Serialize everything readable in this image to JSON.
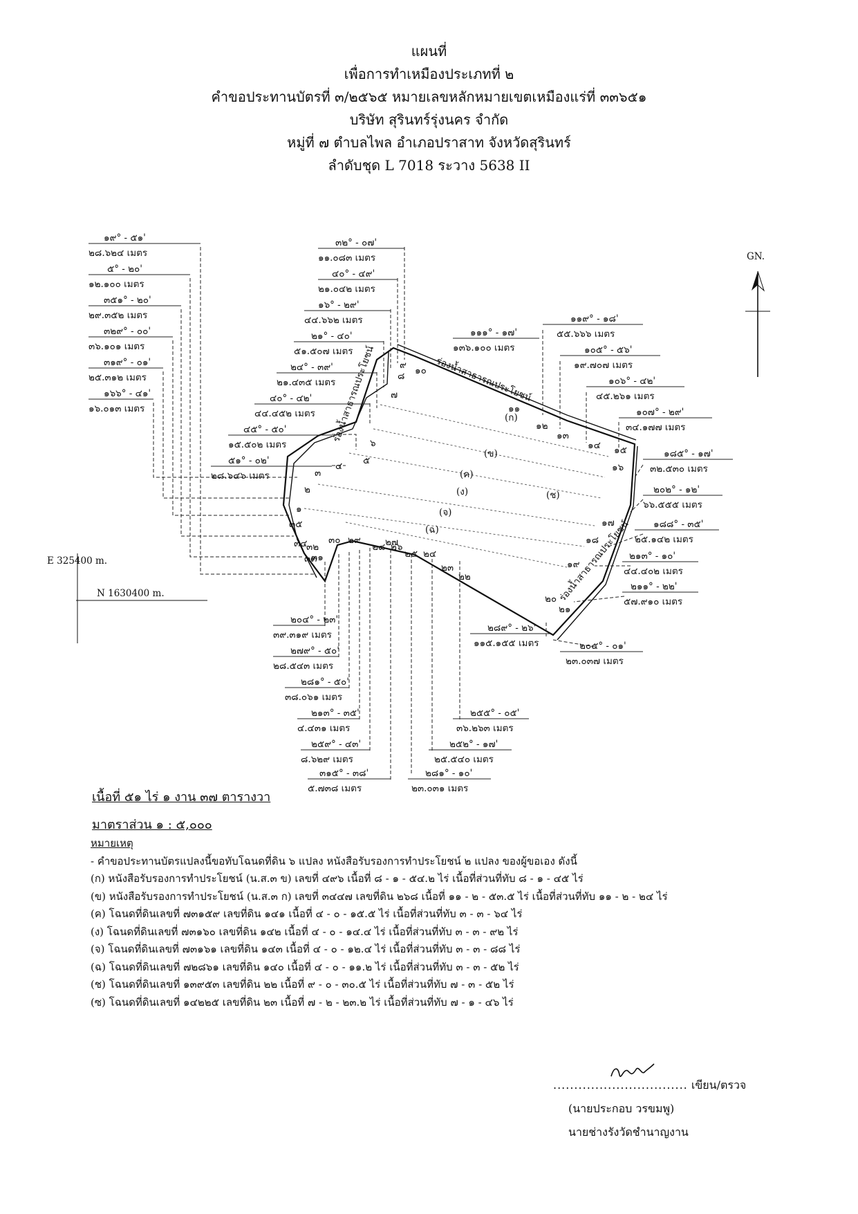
{
  "header": {
    "lines": [
      "แผนที่",
      "เพื่อการทำเหมืองประเภทที่ ๒",
      "คำขอประทานบัตรที่ ๓/๒๕๖๕ หมายเลขหลักหมายเขตเหมืองแร่ที่ ๓๓๖๕๑",
      "บริษัท สุรินทร์รุ่งนคร จำกัด",
      "หมู่ที่ ๗ ตำบลไพล อำเภอปราสาท จังหวัดสุรินทร์",
      "ลำดับชุด L 7018 ระวาง 5638 II"
    ]
  },
  "map": {
    "north_label": "GN.",
    "easting_label": "E 325400 m.",
    "northing_label": "N 1630400 m.",
    "canal_labels": [
      "ร่องน้ำสาธารณประโยชน์",
      "ร่องน้ำสาธารณประโยชน์",
      "ร่องน้ำสาธารณประโยชน์"
    ],
    "parcel_labels": [
      "(ก)",
      "(ข)",
      "(ค)",
      "(ง)",
      "(จ)",
      "(ฉ)",
      "(ช)"
    ],
    "point_numbers": [
      "๑",
      "๒",
      "๓",
      "๔",
      "๕",
      "๖",
      "๗",
      "๘",
      "๙",
      "๑๐",
      "๑๑",
      "๑๒",
      "๑๓",
      "๑๔",
      "๑๕",
      "๑๖",
      "๑๗",
      "๑๘",
      "๑๙",
      "๒๐",
      "๒๑",
      "๒๒",
      "๒๓",
      "๒๔",
      "๒๕",
      "๒๖",
      "๒๗",
      "๒๘",
      "๒๙",
      "๓๐",
      "๓๑",
      "๓๒",
      "๓๓",
      "๓๔",
      "๓๕"
    ],
    "annotations": [
      {
        "bearing": "๑๙° - ๕๑'",
        "distance": "๒๘.๖๒๔ เมตร"
      },
      {
        "bearing": "๕° - ๒๐'",
        "distance": "๑๒.๑๐๐ เมตร"
      },
      {
        "bearing": "๓๕๑° - ๒๐'",
        "distance": "๒๙.๓๕๒ เมตร"
      },
      {
        "bearing": "๓๒๙° - ๐๐'",
        "distance": "๓๖.๑๐๑ เมตร"
      },
      {
        "bearing": "๓๑๙° - ๐๑'",
        "distance": "๒๕.๓๑๒ เมตร"
      },
      {
        "bearing": "๑๖๖° - ๔๑'",
        "distance": "๑๖.๐๑๓ เมตร"
      },
      {
        "bearing": "๓๒° - ๐๗'",
        "distance": "๑๑.๐๘๓ เมตร"
      },
      {
        "bearing": "๔๐° - ๔๙'",
        "distance": "๒๑.๐๔๒ เมตร"
      },
      {
        "bearing": "๑๖° - ๒๙'",
        "distance": "๔๔.๖๖๒ เมตร"
      },
      {
        "bearing": "๒๑° - ๔๐'",
        "distance": "๕๑.๕๐๗ เมตร"
      },
      {
        "bearing": "๒๔° - ๓๙'",
        "distance": "๒๑.๔๓๕ เมตร"
      },
      {
        "bearing": "๔๐° - ๔๒'",
        "distance": "๔๔.๔๕๒ เมตร"
      },
      {
        "bearing": "๔๕° - ๕๐'",
        "distance": "๑๕.๕๐๒ เมตร"
      },
      {
        "bearing": "๕๑° - ๐๒'",
        "distance": "๒๘.๖๔๖ เมตร"
      },
      {
        "bearing": "๑๑๑° - ๑๗'",
        "distance": "๑๓๖.๑๐๐ เมตร"
      },
      {
        "bearing": "๑๑๙° - ๑๘'",
        "distance": "๕๕.๖๖๖ เมตร"
      },
      {
        "bearing": "๑๐๕° - ๕๖'",
        "distance": "๑๙.๗๐๗ เมตร"
      },
      {
        "bearing": "๑๐๖° - ๔๒'",
        "distance": "๔๕.๒๖๑ เมตร"
      },
      {
        "bearing": "๑๐๗° - ๒๙'",
        "distance": "๓๔.๑๗๗ เมตร"
      },
      {
        "bearing": "๑๘๕° - ๑๗'",
        "distance": "๓๒.๕๓๐ เมตร"
      },
      {
        "bearing": "๒๐๒° - ๑๒'",
        "distance": "๖๖.๕๕๕ เมตร"
      },
      {
        "bearing": "๑๘๘° - ๓๕'",
        "distance": "๒๕.๑๔๒ เมตร"
      },
      {
        "bearing": "๒๑๓° - ๑๐'",
        "distance": "๔๔.๔๐๒ เมตร"
      },
      {
        "bearing": "๒๑๑° - ๒๒'",
        "distance": "๕๗.๙๑๐ เมตร"
      },
      {
        "bearing": "๒๐๕° - ๐๑'",
        "distance": "๒๓.๐๓๗ เมตร"
      },
      {
        "bearing": "๒๘๙° - ๒๖'",
        "distance": "๑๑๕.๑๕๕ เมตร"
      },
      {
        "bearing": "๒๐๔° - ๒๓'",
        "distance": "๓๙.๓๑๙ เมตร"
      },
      {
        "bearing": "๒๗๙° - ๕๐'",
        "distance": "๒๘.๕๔๓ เมตร"
      },
      {
        "bearing": "๒๘๑° - ๕๐'",
        "distance": "๓๘.๐๖๑ เมตร"
      },
      {
        "bearing": "๒๑๓° - ๓๕'",
        "distance": "๔.๔๓๑ เมตร"
      },
      {
        "bearing": "๒๕๙° - ๔๓'",
        "distance": "๘.๖๒๙ เมตร"
      },
      {
        "bearing": "๓๑๕° - ๓๘'",
        "distance": "๕.๗๓๘ เมตร"
      },
      {
        "bearing": "๒๕๕° - ๐๕'",
        "distance": "๓๖.๒๖๓ เมตร"
      },
      {
        "bearing": "๒๕๒° - ๑๗'",
        "distance": "๒๕.๕๔๐ เมตร"
      },
      {
        "bearing": "๒๘๑° - ๑๐'",
        "distance": "๒๓.๐๓๑ เมตร"
      }
    ]
  },
  "area": "เนื้อที่ ๕๑ ไร่ ๑ งาน ๓๗ ตารางวา",
  "scale": "มาตราส่วน ๑ : ๕,๐๐๐",
  "remarks": {
    "heading": "หมายเหตุ",
    "intro": "- คำขอประทานบัตรแปลงนี้ขอทับโฉนดที่ดิน ๖ แปลง หนังสือรับรองการทำประโยชน์ ๒ แปลง ของผู้ขอเอง ดังนี้",
    "items": [
      "(ก) หนังสือรับรองการทำประโยชน์ (น.ส.๓ ข) เลขที่ ๔๙๖ เนื้อที่ ๘ - ๑ - ๕๔.๒ ไร่ เนื้อที่ส่วนที่ทับ ๘ - ๑ - ๔๕ ไร่",
      "(ข) หนังสือรับรองการทำประโยชน์ (น.ส.๓ ก) เลขที่ ๓๔๔๗ เลขที่ดิน ๒๖๘ เนื้อที่ ๑๑ - ๒ - ๕๓.๕ ไร่ เนื้อที่ส่วนที่ทับ ๑๑ - ๒ - ๒๔ ไร่",
      "(ค) โฉนดที่ดินเลขที่ ๗๓๑๕๙ เลขที่ดิน ๑๔๑ เนื้อที่ ๔ - ๐ - ๑๕.๕ ไร่ เนื้อที่ส่วนที่ทับ ๓ - ๓ - ๖๔ ไร่",
      "(ง) โฉนดที่ดินเลขที่ ๗๓๑๖๐ เลขที่ดิน ๑๔๒ เนื้อที่ ๔ - ๐ - ๑๔.๔ ไร่ เนื้อที่ส่วนที่ทับ ๓ - ๓ - ๙๒ ไร่",
      "(จ) โฉนดที่ดินเลขที่ ๗๓๑๖๑ เลขที่ดิน ๑๔๓ เนื้อที่ ๔ - ๐ - ๑๒.๔ ไร่ เนื้อที่ส่วนที่ทับ ๓ - ๓ - ๘๘ ไร่",
      "(ฉ) โฉนดที่ดินเลขที่ ๗๒๘๖๑ เลขที่ดิน ๑๔๐ เนื้อที่ ๔ - ๐ - ๑๑.๒ ไร่ เนื้อที่ส่วนที่ทับ ๓ - ๓ - ๕๒ ไร่",
      "(ช) โฉนดที่ดินเลขที่ ๑๓๙๕๓ เลขที่ดิน ๒๒ เนื้อที่ ๙ - ๐ - ๓๐.๕ ไร่ เนื้อที่ส่วนที่ทับ ๗ - ๓ - ๕๒ ไร่",
      "(ซ) โฉนดที่ดินเลขที่ ๑๔๒๒๕ เลขที่ดิน ๒๓ เนื้อที่ ๗ - ๒ - ๒๓.๒ ไร่ เนื้อที่ส่วนที่ทับ ๗ - ๑ - ๔๖ ไร่"
    ]
  },
  "signature": {
    "dots_left": "....................",
    "dots_right": "............",
    "role": "เขียน/ตรวจ",
    "name": "(นายประกอบ วรขมพู)",
    "position": "นายช่างรังวัดชำนาญงาน"
  }
}
